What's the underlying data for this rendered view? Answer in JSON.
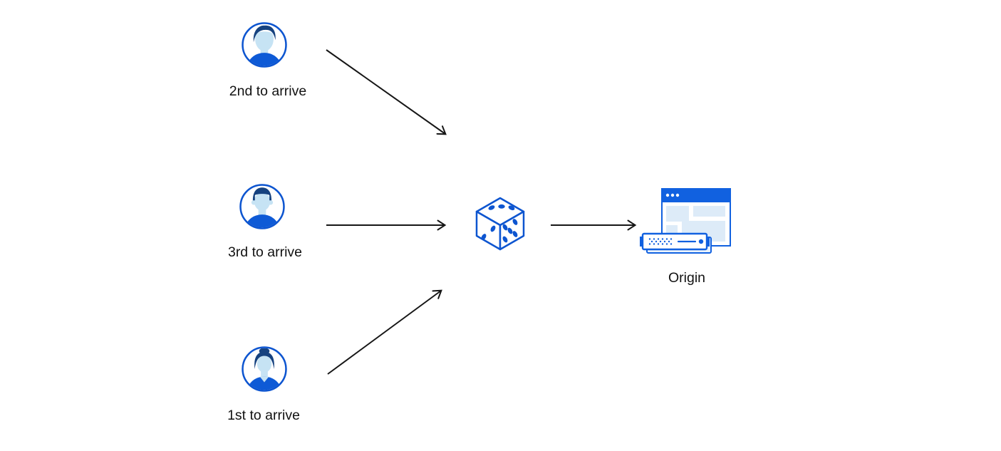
{
  "page": {
    "background": "#ffffff"
  },
  "colors": {
    "primary_blue": "#0d55d0",
    "bright_blue": "#1161e0",
    "shirt_blue": "#0e5ad6",
    "dark_navy": "#16427f",
    "face_blue": "#c6e3f4",
    "pale_blue": "#ddebf8",
    "shadow_blue": "#eaf3fc",
    "arrow": "#161616",
    "text": "#121212"
  },
  "nodes": {
    "user_second": {
      "label": "2nd to arrive",
      "icon": "user-male-swept-hair-avatar-icon"
    },
    "user_third": {
      "label": "3rd to arrive",
      "icon": "user-male-short-hair-avatar-icon"
    },
    "user_first": {
      "label": "1st to arrive",
      "icon": "user-female-bun-avatar-icon"
    },
    "dice": {
      "icon": "dice-icon"
    },
    "origin": {
      "label": "Origin",
      "icon": "origin-server-browser-icon"
    }
  }
}
